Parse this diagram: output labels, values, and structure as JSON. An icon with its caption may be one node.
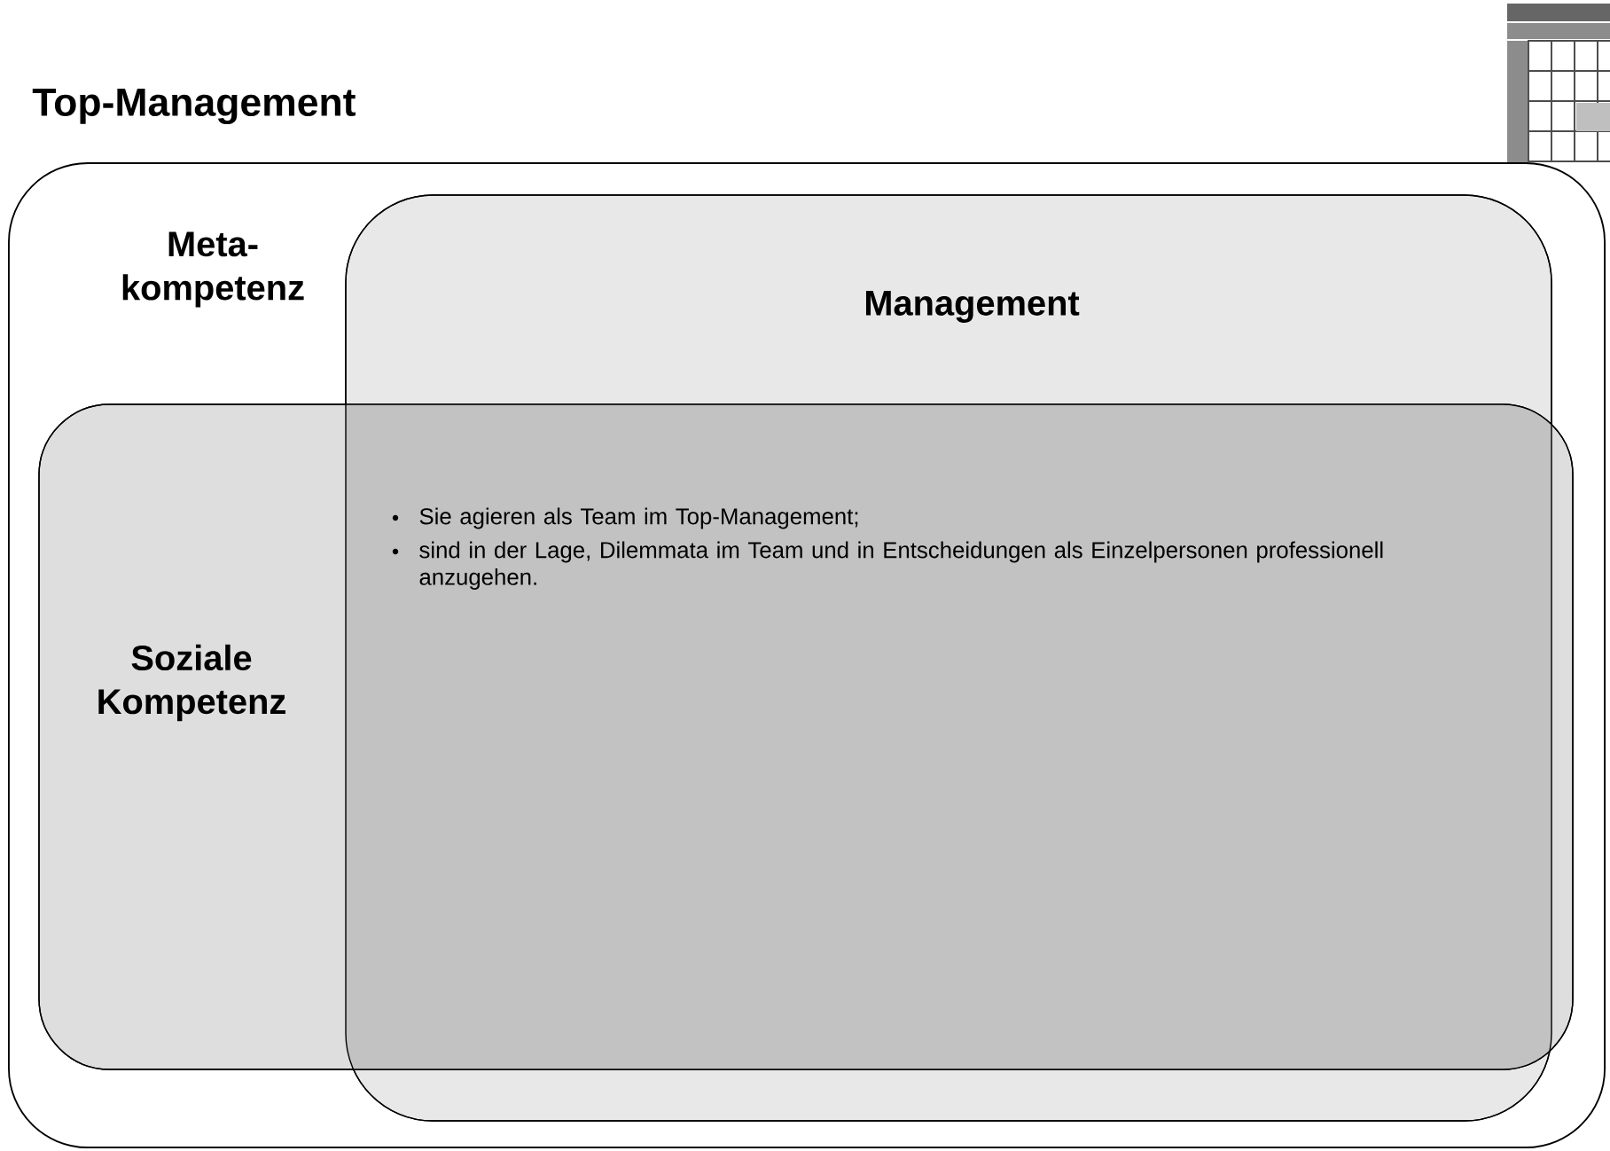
{
  "diagram": {
    "title": "Top-Management",
    "nodes": [
      {
        "text": [
          "Meta- kompetenz"
        ]
      },
      {
        "text": [
          "Management"
        ],
        "in": 0
      },
      {
        "text": [
          "Soziale Kompetenz"
        ],
        "in": 0
      }
    ],
    "labels": [
      "Sie agieren als Team im Top-Management;",
      "sind in der Lage, Dilemmata im Team und in Entscheidungen als Einzelpersonen professionell anzugehen."
    ]
  }
}
